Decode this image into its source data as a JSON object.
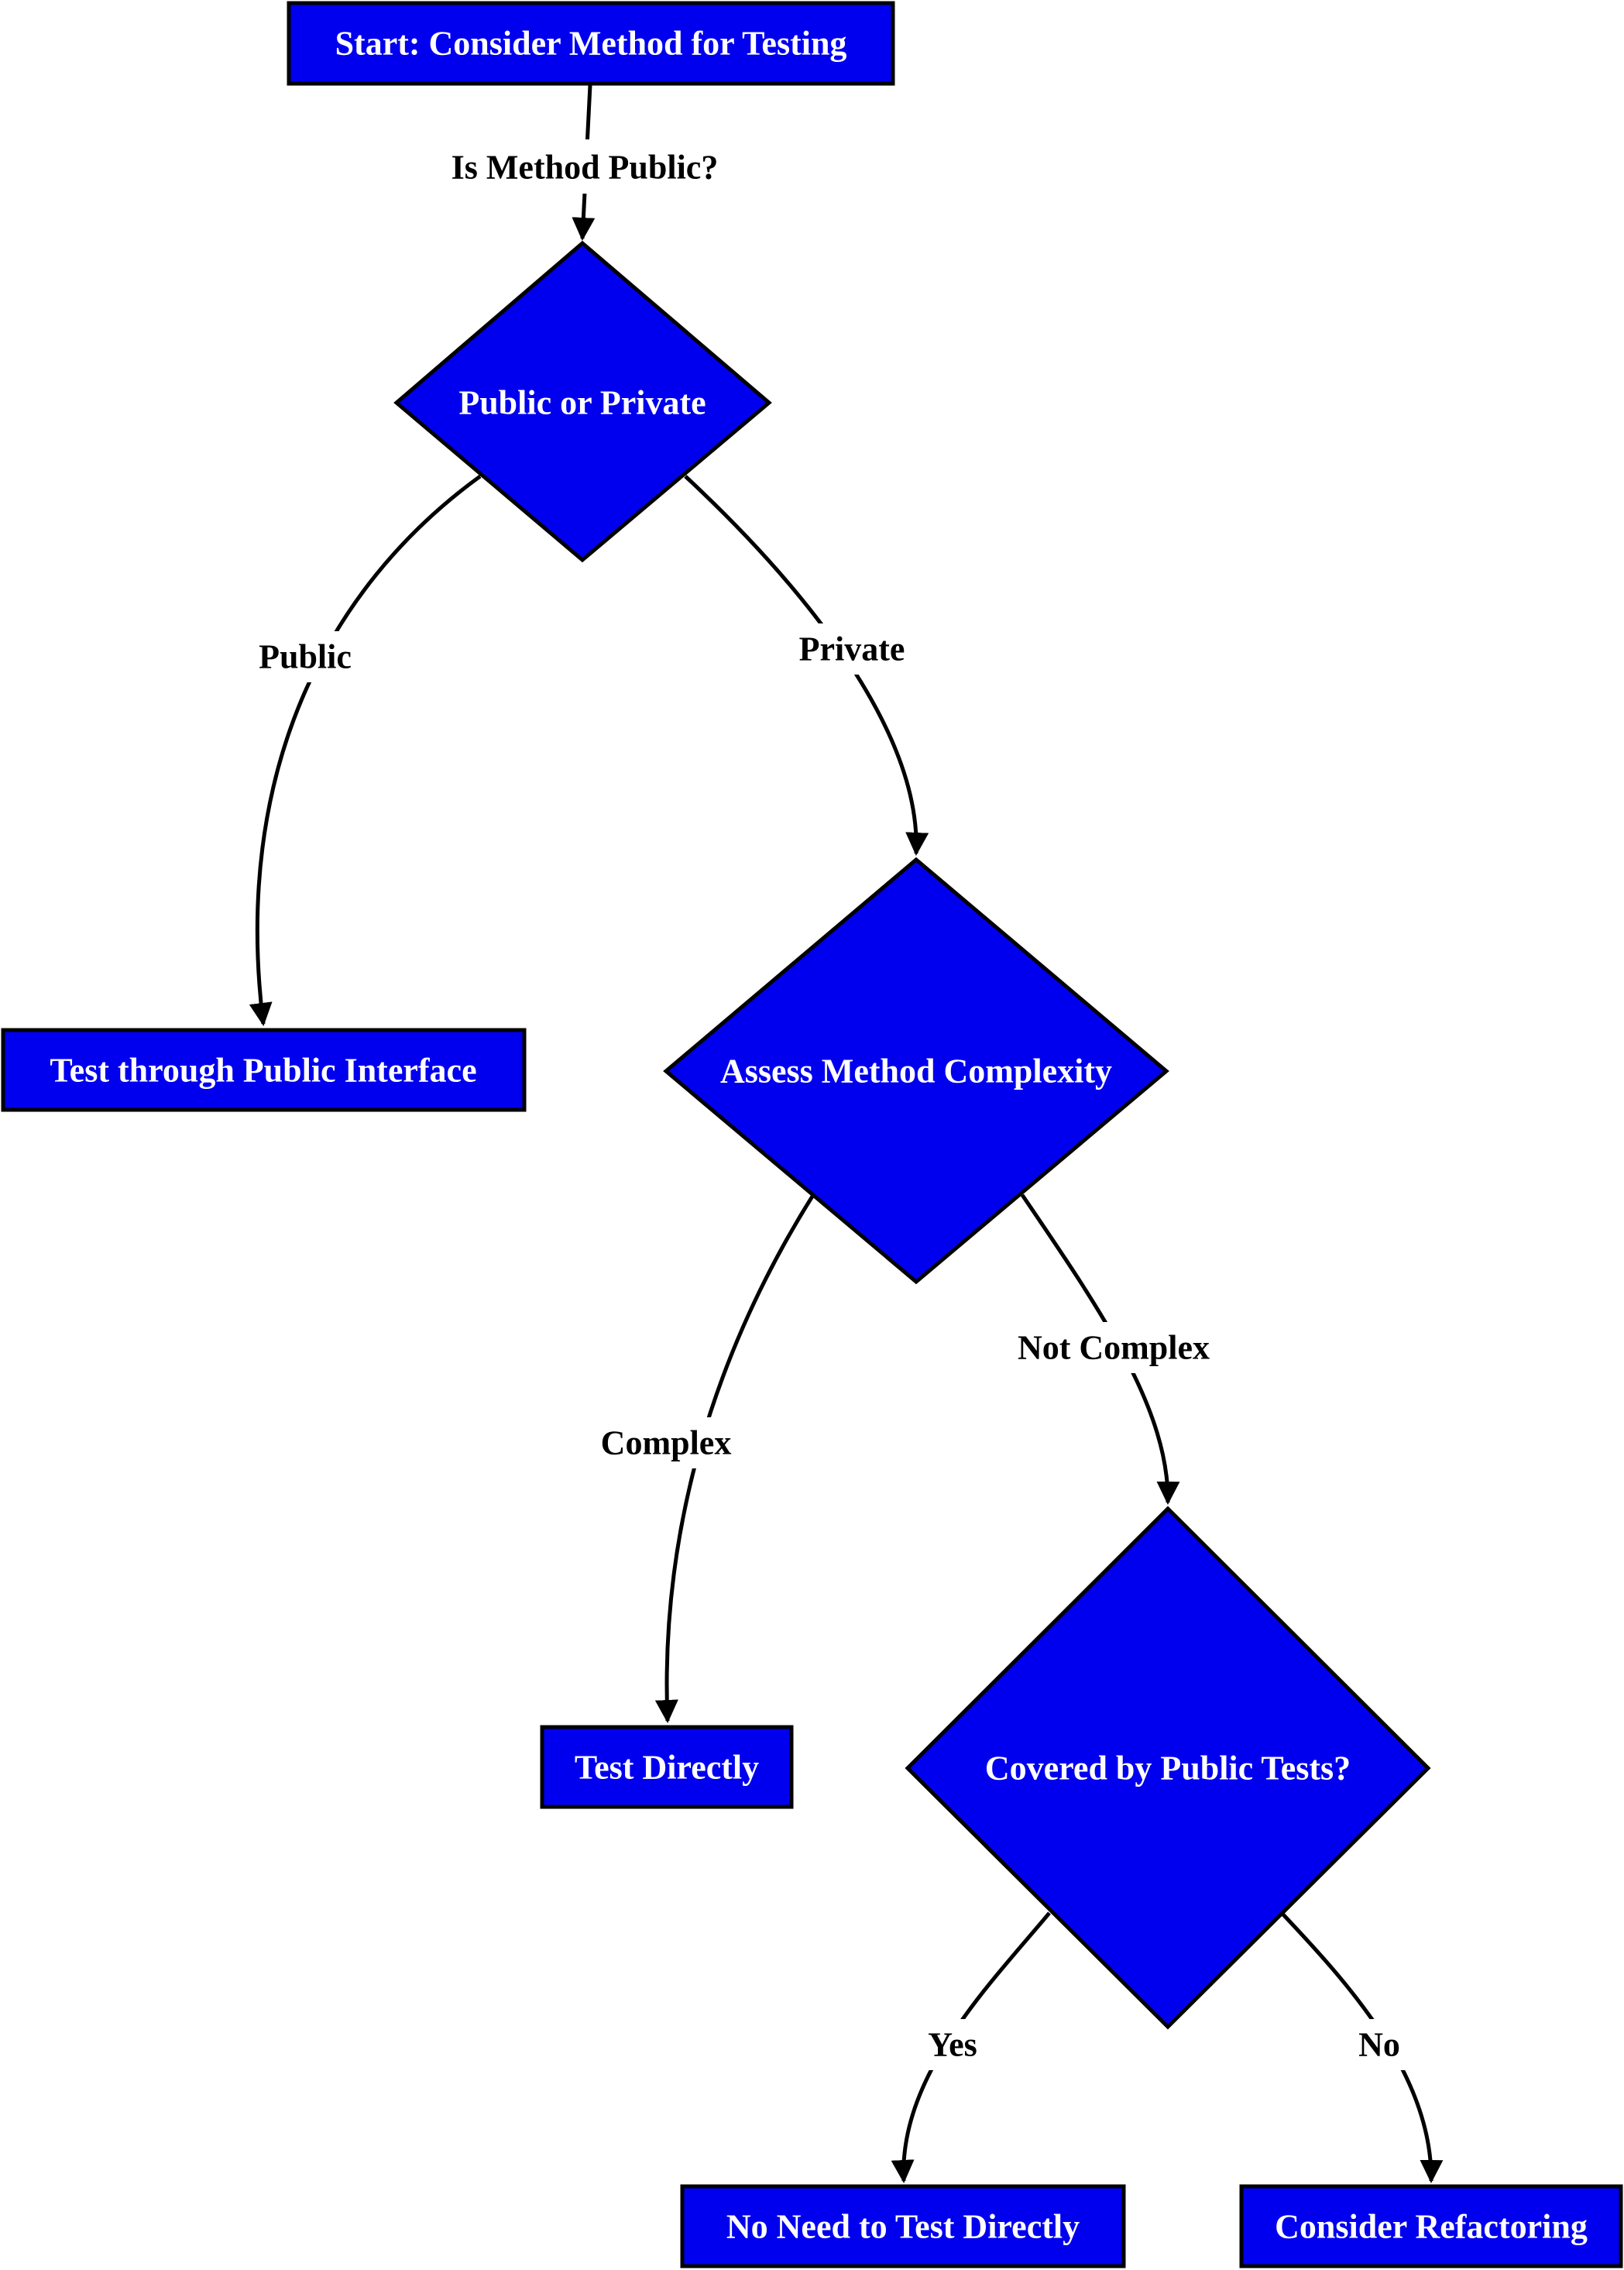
{
  "flowchart": {
    "colors": {
      "node_fill": "#0000ee",
      "node_text": "#ffffff",
      "edge": "#000000",
      "edge_text": "#000000",
      "background": "#ffffff"
    },
    "nodes": {
      "start": {
        "label": "Start: Consider Method for Testing",
        "shape": "rectangle"
      },
      "public_or_private": {
        "label": "Public or Private",
        "shape": "diamond"
      },
      "test_public_interface": {
        "label": "Test through Public Interface",
        "shape": "rectangle"
      },
      "assess_complexity": {
        "label": "Assess Method Complexity",
        "shape": "diamond"
      },
      "test_directly": {
        "label": "Test Directly",
        "shape": "rectangle"
      },
      "covered_by_public": {
        "label": "Covered by Public Tests?",
        "shape": "diamond"
      },
      "no_need": {
        "label": "No Need to Test Directly",
        "shape": "rectangle"
      },
      "consider_refactoring": {
        "label": "Consider Refactoring",
        "shape": "rectangle"
      }
    },
    "edges": {
      "start_to_decision": {
        "from": "start",
        "to": "public_or_private",
        "label": "Is Method Public?"
      },
      "public": {
        "from": "public_or_private",
        "to": "test_public_interface",
        "label": "Public"
      },
      "private": {
        "from": "public_or_private",
        "to": "assess_complexity",
        "label": "Private"
      },
      "complex": {
        "from": "assess_complexity",
        "to": "test_directly",
        "label": "Complex"
      },
      "not_complex": {
        "from": "assess_complexity",
        "to": "covered_by_public",
        "label": "Not Complex"
      },
      "yes": {
        "from": "covered_by_public",
        "to": "no_need",
        "label": "Yes"
      },
      "no": {
        "from": "covered_by_public",
        "to": "consider_refactoring",
        "label": "No"
      }
    }
  }
}
